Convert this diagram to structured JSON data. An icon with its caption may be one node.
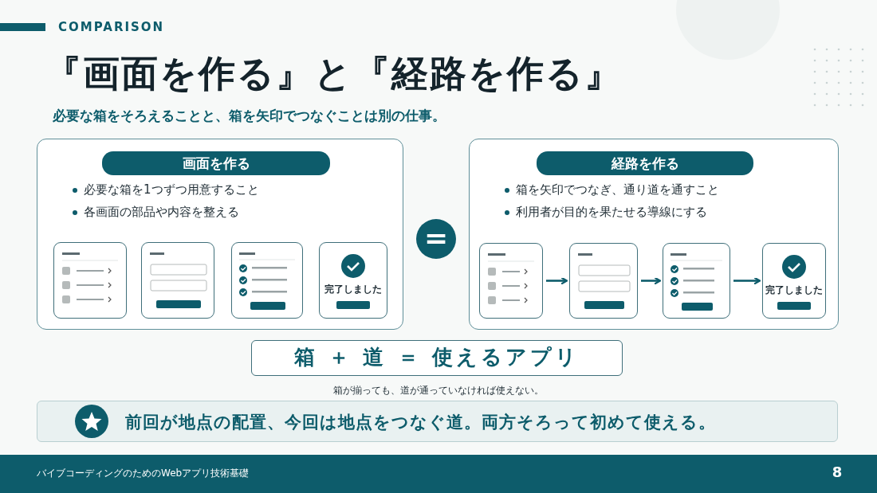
{
  "diagram": {
    "title": "『画面を作る』と『経路を作る』",
    "nodes": [
      {
        "text": [
          "画面を作る",
          "必要な箱を1つずつ用意すること",
          "各画面の部品や内容を整える"
        ]
      },
      {
        "text": [],
        "shape": "box",
        "in": 0
      },
      {
        "text": [],
        "shape": "box",
        "in": 0
      },
      {
        "text": [],
        "shape": "box",
        "in": 0
      },
      {
        "text": [
          "完了しました"
        ],
        "in": 0
      },
      {
        "text": [
          "経路を作る",
          "箱を矢印でつなぎ、通り道を通すこと",
          "利用者が目的を果たせる導線にする"
        ]
      },
      {
        "text": [],
        "shape": "box",
        "in": 5
      },
      {
        "text": [],
        "shape": "box",
        "in": 5
      },
      {
        "text": [],
        "shape": "box",
        "in": 5
      },
      {
        "text": [
          "完了しました"
        ],
        "in": 5
      },
      {
        "text": [
          "="
        ]
      },
      {
        "text": [
          "箱 ＋ 道 ＝ 使えるアプリ"
        ]
      },
      {
        "text": [
          "前回が地点の配置、今回は地点をつなぐ道。両方そろって初めて使える。"
        ]
      }
    ],
    "edges": [
      {
        "from": 6,
        "to": 7,
        "arrow": "to"
      },
      {
        "from": 7,
        "to": 8,
        "arrow": "to"
      },
      {
        "from": 8,
        "to": 9,
        "arrow": "to"
      }
    ],
    "labels": [
      "COMPARISON",
      "必要な箱をそろえることと、箱を矢印でつなぐことは別の仕事。",
      "箱が揃っても、道が通っていなければ使えない。",
      "バイブコーディングのためのWebアプリ技術基礎",
      "8"
    ]
  }
}
